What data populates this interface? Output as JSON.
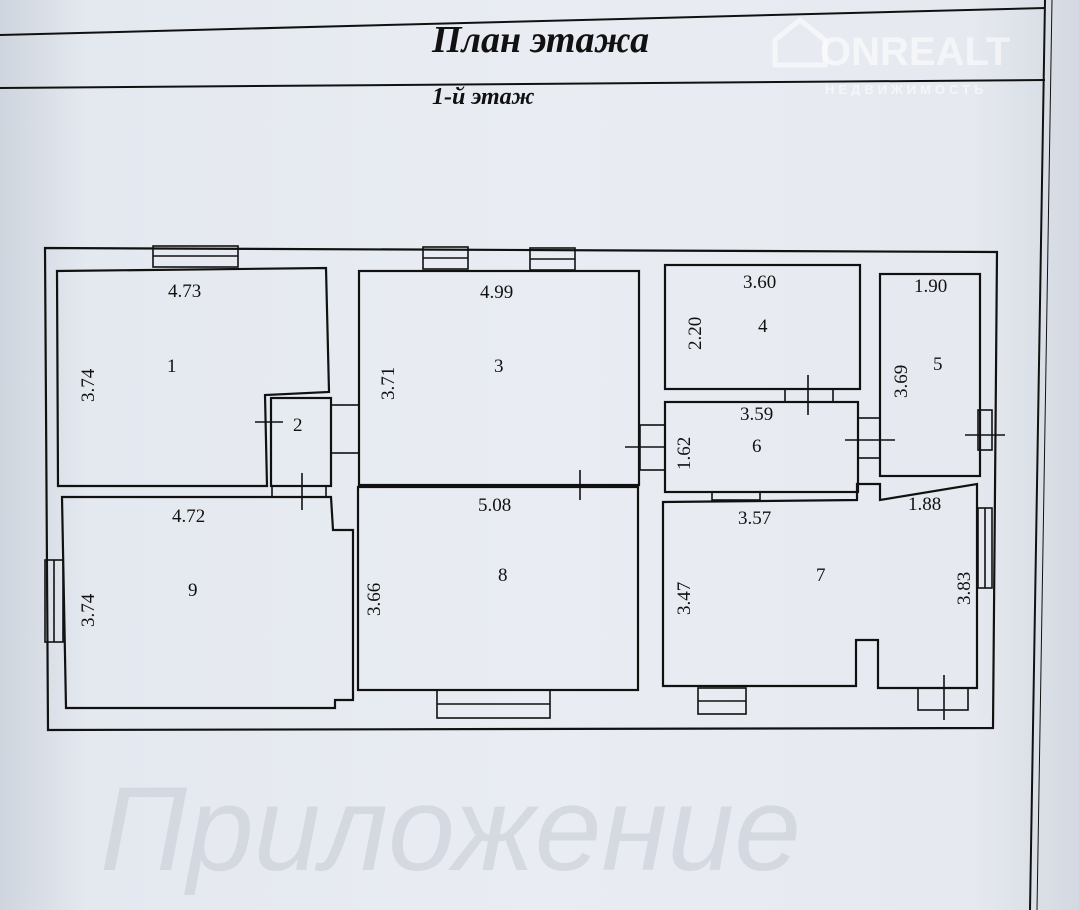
{
  "header": {
    "title": "План  этажа",
    "floor": "1-й этаж"
  },
  "watermark": {
    "brand": "ONREALT",
    "tagline": "НЕДВИЖИМОСТЬ",
    "background_text": "Приложение"
  },
  "rooms": [
    {
      "number": "1",
      "width": "4.73",
      "height": "3.74"
    },
    {
      "number": "2"
    },
    {
      "number": "3",
      "width": "4.99",
      "height": "3.71"
    },
    {
      "number": "4",
      "width": "3.60",
      "height": "2.20"
    },
    {
      "number": "5",
      "width": "1.90",
      "height": "3.69"
    },
    {
      "number": "6",
      "width": "3.59",
      "height": "1.62"
    },
    {
      "number": "7",
      "width": "3.57",
      "width2": "1.88",
      "height": "3.47",
      "height2": "3.83"
    },
    {
      "number": "8",
      "width": "5.08",
      "height": "3.66"
    },
    {
      "number": "9",
      "width": "4.72",
      "height": "3.74"
    }
  ]
}
